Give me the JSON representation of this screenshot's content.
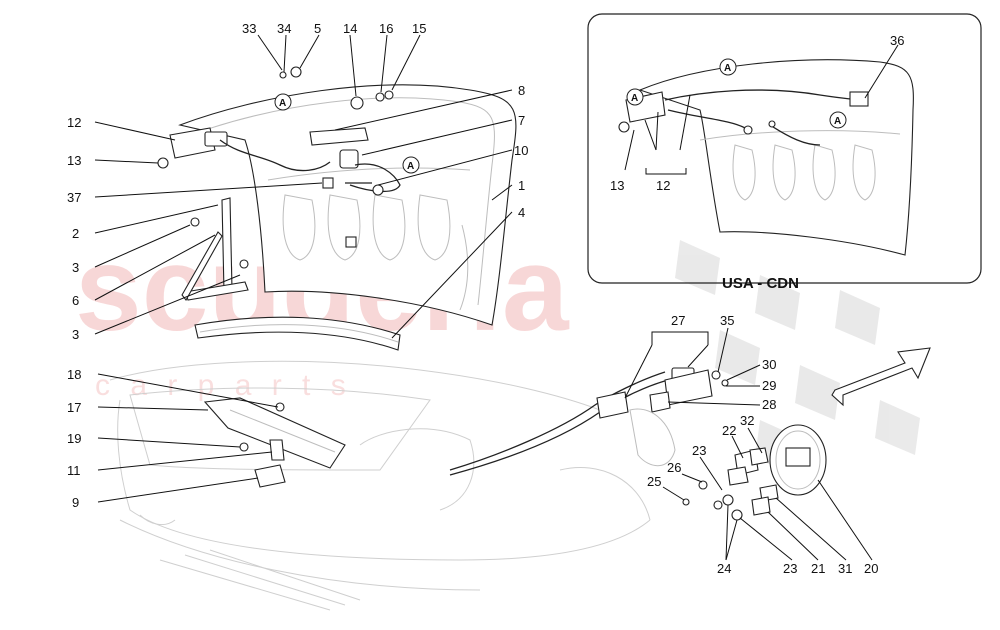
{
  "watermark": {
    "brand": "scuderia",
    "subtitle": "c a r   p a r t s",
    "color": "#f2b8b8"
  },
  "inset": {
    "label": "USA - CDN"
  },
  "ref_marker": "A",
  "callouts": {
    "n33": "33",
    "n34": "34",
    "n5": "5",
    "n14": "14",
    "n16": "16",
    "n15": "15",
    "n8": "8",
    "n7": "7",
    "n10": "10",
    "n1": "1",
    "n4": "4",
    "n12": "12",
    "n13": "13",
    "n37": "37",
    "n2": "2",
    "n3a": "3",
    "n6": "6",
    "n3b": "3",
    "n36": "36",
    "n13i": "13",
    "n12i": "12",
    "n27": "27",
    "n35": "35",
    "n30": "30",
    "n29": "29",
    "n28": "28",
    "n18": "18",
    "n17": "17",
    "n19": "19",
    "n11": "11",
    "n9": "9",
    "n32": "32",
    "n22": "22",
    "n23a": "23",
    "n26": "26",
    "n25": "25",
    "n24": "24",
    "n23b": "23",
    "n21": "21",
    "n31": "31",
    "n20": "20"
  }
}
